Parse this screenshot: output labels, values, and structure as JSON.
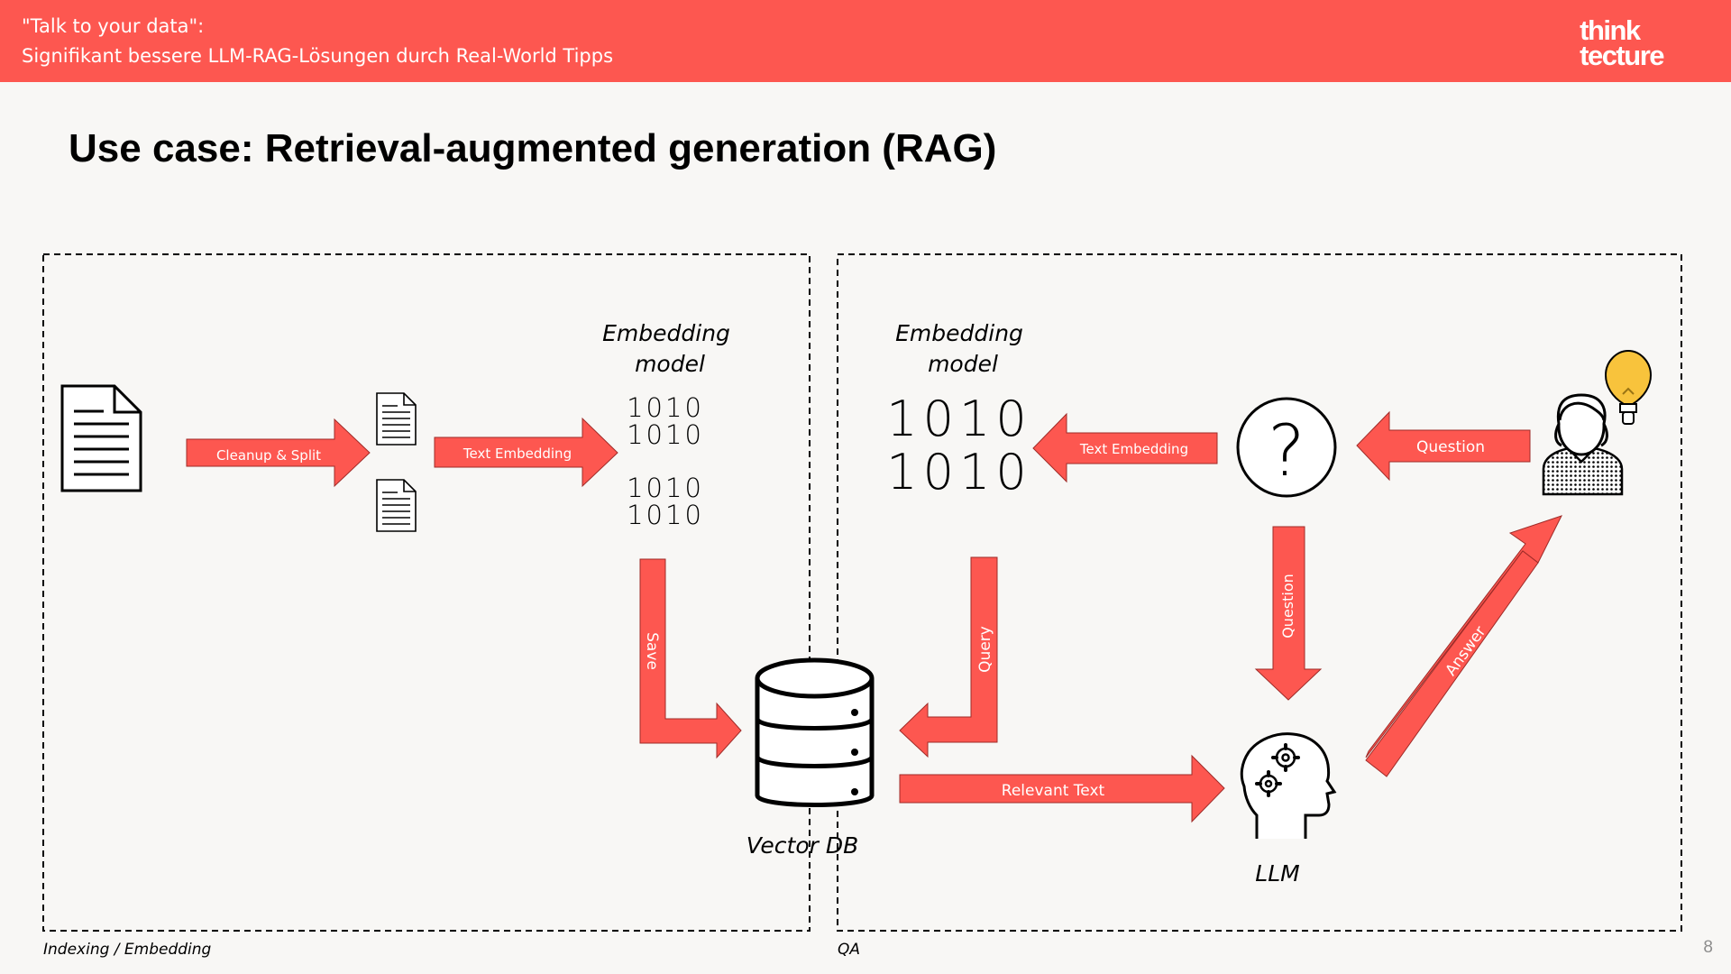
{
  "header": {
    "line1": "\"Talk to your data\":",
    "line2": "Signifikant bessere LLM-RAG-Lösungen durch Real-World Tipps",
    "logo_line1": "think",
    "logo_line2": "tecture"
  },
  "title": "Use case: Retrieval-augmented generation (RAG)",
  "page_number": "8",
  "colors": {
    "accent": "#fd5750",
    "background": "#f8f7f5"
  },
  "sections": {
    "left": "Indexing / Embedding",
    "right": "QA"
  },
  "nodes": {
    "embedding_model_left": "Embedding model",
    "embedding_model_right": "Embedding model",
    "vector_db": "Vector DB",
    "llm": "LLM",
    "binary_row": "1010",
    "question_mark": "?"
  },
  "arrows": {
    "cleanup_split": "Cleanup & Split",
    "text_embedding_left": "Text Embedding",
    "save": "Save",
    "query": "Query",
    "relevant_text": "Relevant Text",
    "text_embedding_right": "Text Embedding",
    "question_top": "Question",
    "question_down": "Question",
    "answer": "Answer"
  },
  "icons": {
    "document": "document-icon",
    "small_docs": "small-document-icon",
    "database": "database-icon",
    "question": "question-circle-icon",
    "user": "user-with-lightbulb-icon",
    "llm": "head-with-gears-icon"
  }
}
